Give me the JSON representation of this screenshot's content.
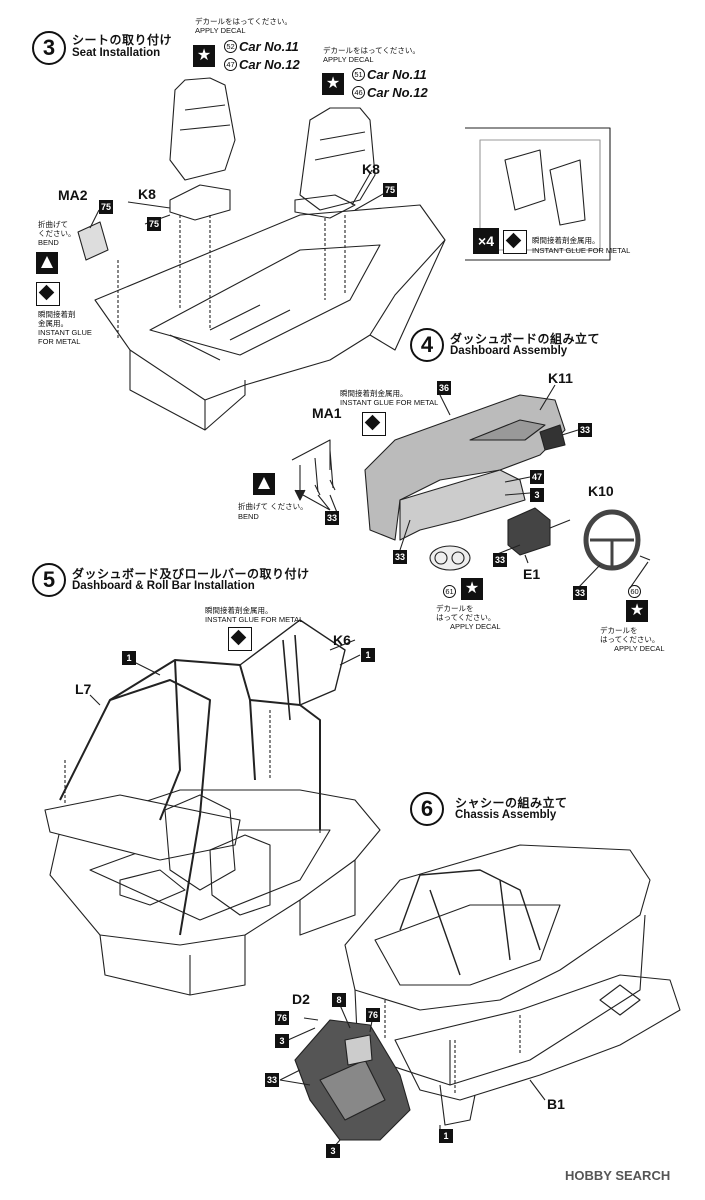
{
  "steps": [
    {
      "num": "3",
      "jp": "シートの取り付け",
      "en": "Seat Installation"
    },
    {
      "num": "4",
      "jp": "ダッシュボードの組み立て",
      "en": "Dashboard Assembly"
    },
    {
      "num": "5",
      "jp": "ダッシュボード及びロールバーの取り付け",
      "en": "Dashboard & Roll Bar Installation"
    },
    {
      "num": "6",
      "jp": "シャシーの組み立て",
      "en": "Chassis Assembly"
    }
  ],
  "decal_a": {
    "jp": "デカールをはってください。",
    "en": "APPLY DECAL",
    "rows": [
      {
        "n": "52",
        "car": "Car No.11"
      },
      {
        "n": "47",
        "car": "Car No.12"
      }
    ]
  },
  "decal_b": {
    "jp": "デカールをはってください。",
    "en": "APPLY DECAL",
    "rows": [
      {
        "n": "51",
        "car": "Car No.11"
      },
      {
        "n": "46",
        "car": "Car No.12"
      }
    ]
  },
  "parts": {
    "ma2": "MA2",
    "k8a": "K8",
    "k8b": "K8",
    "n75a": "75",
    "n75b": "75",
    "n75c": "75",
    "ma1": "MA1",
    "k11": "K11",
    "n36": "36",
    "n33a": "33",
    "n47": "47",
    "n3a": "3",
    "n33b": "33",
    "n33c": "33",
    "n33d": "33",
    "e1": "E1",
    "k10": "K10",
    "n33e": "33",
    "n61": "61",
    "n60": "60",
    "k6": "K6",
    "n1a": "1",
    "n1b": "1",
    "l7": "L7",
    "d2": "D2",
    "n76a": "76",
    "n76b": "76",
    "n8": "8",
    "n3b": "3",
    "n33f": "33",
    "n3c": "3",
    "n1c": "1",
    "b1": "B1"
  },
  "notes": {
    "bend_jp": "折曲げて\nください。",
    "bend_en": "BEND",
    "glue_jp": "瞬間接着剤\n金属用。",
    "glue_en": "INSTANT GLUE\nFOR METAL",
    "glue2_jp": "瞬間接着剤金属用。",
    "glue2_en": "INSTANT GLUE FOR METAL",
    "x4": "×4",
    "decal_small_jp": "デカールを\nはってください。",
    "decal_small_en": "APPLY DECAL",
    "decal_60_jp": "デカールを\nはってください。",
    "decal_60_en": "APPLY DECAL",
    "decal_61_jp": "デカールを\nはってください。",
    "decal_61_en": "APPLY DECAL"
  },
  "watermark": "HOBBY SEARCH"
}
